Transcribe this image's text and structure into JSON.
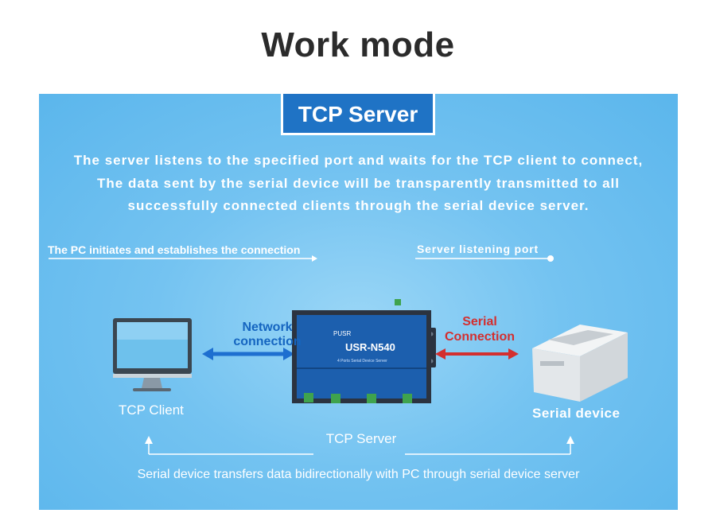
{
  "page_title": "Work mode",
  "mode_badge": "TCP Server",
  "description": [
    "The server listens to the specified port and waits for the TCP client to connect,",
    "The data sent by the serial device will be transparently transmitted to all",
    "successfully connected clients through the serial device server."
  ],
  "labels": {
    "pc_initiates": "The PC initiates and establishes the connection",
    "listening_port": "Server listening port",
    "network_connection": [
      "Network",
      "connection"
    ],
    "serial_connection": [
      "Serial",
      "Connection"
    ],
    "tcp_client": "TCP Client",
    "serial_device": "Serial device",
    "tcp_server": "TCP Server",
    "bottom_note": "Serial device transfers data bidirectionally with PC through serial device server"
  },
  "device": {
    "brand": "PUSR",
    "model": "USR-N540",
    "subtitle": "4 Ports Serial Device Server"
  },
  "colors": {
    "network_blue": "#1565c0",
    "serial_red": "#d32f2f",
    "badge_blue": "#1f73c5"
  }
}
